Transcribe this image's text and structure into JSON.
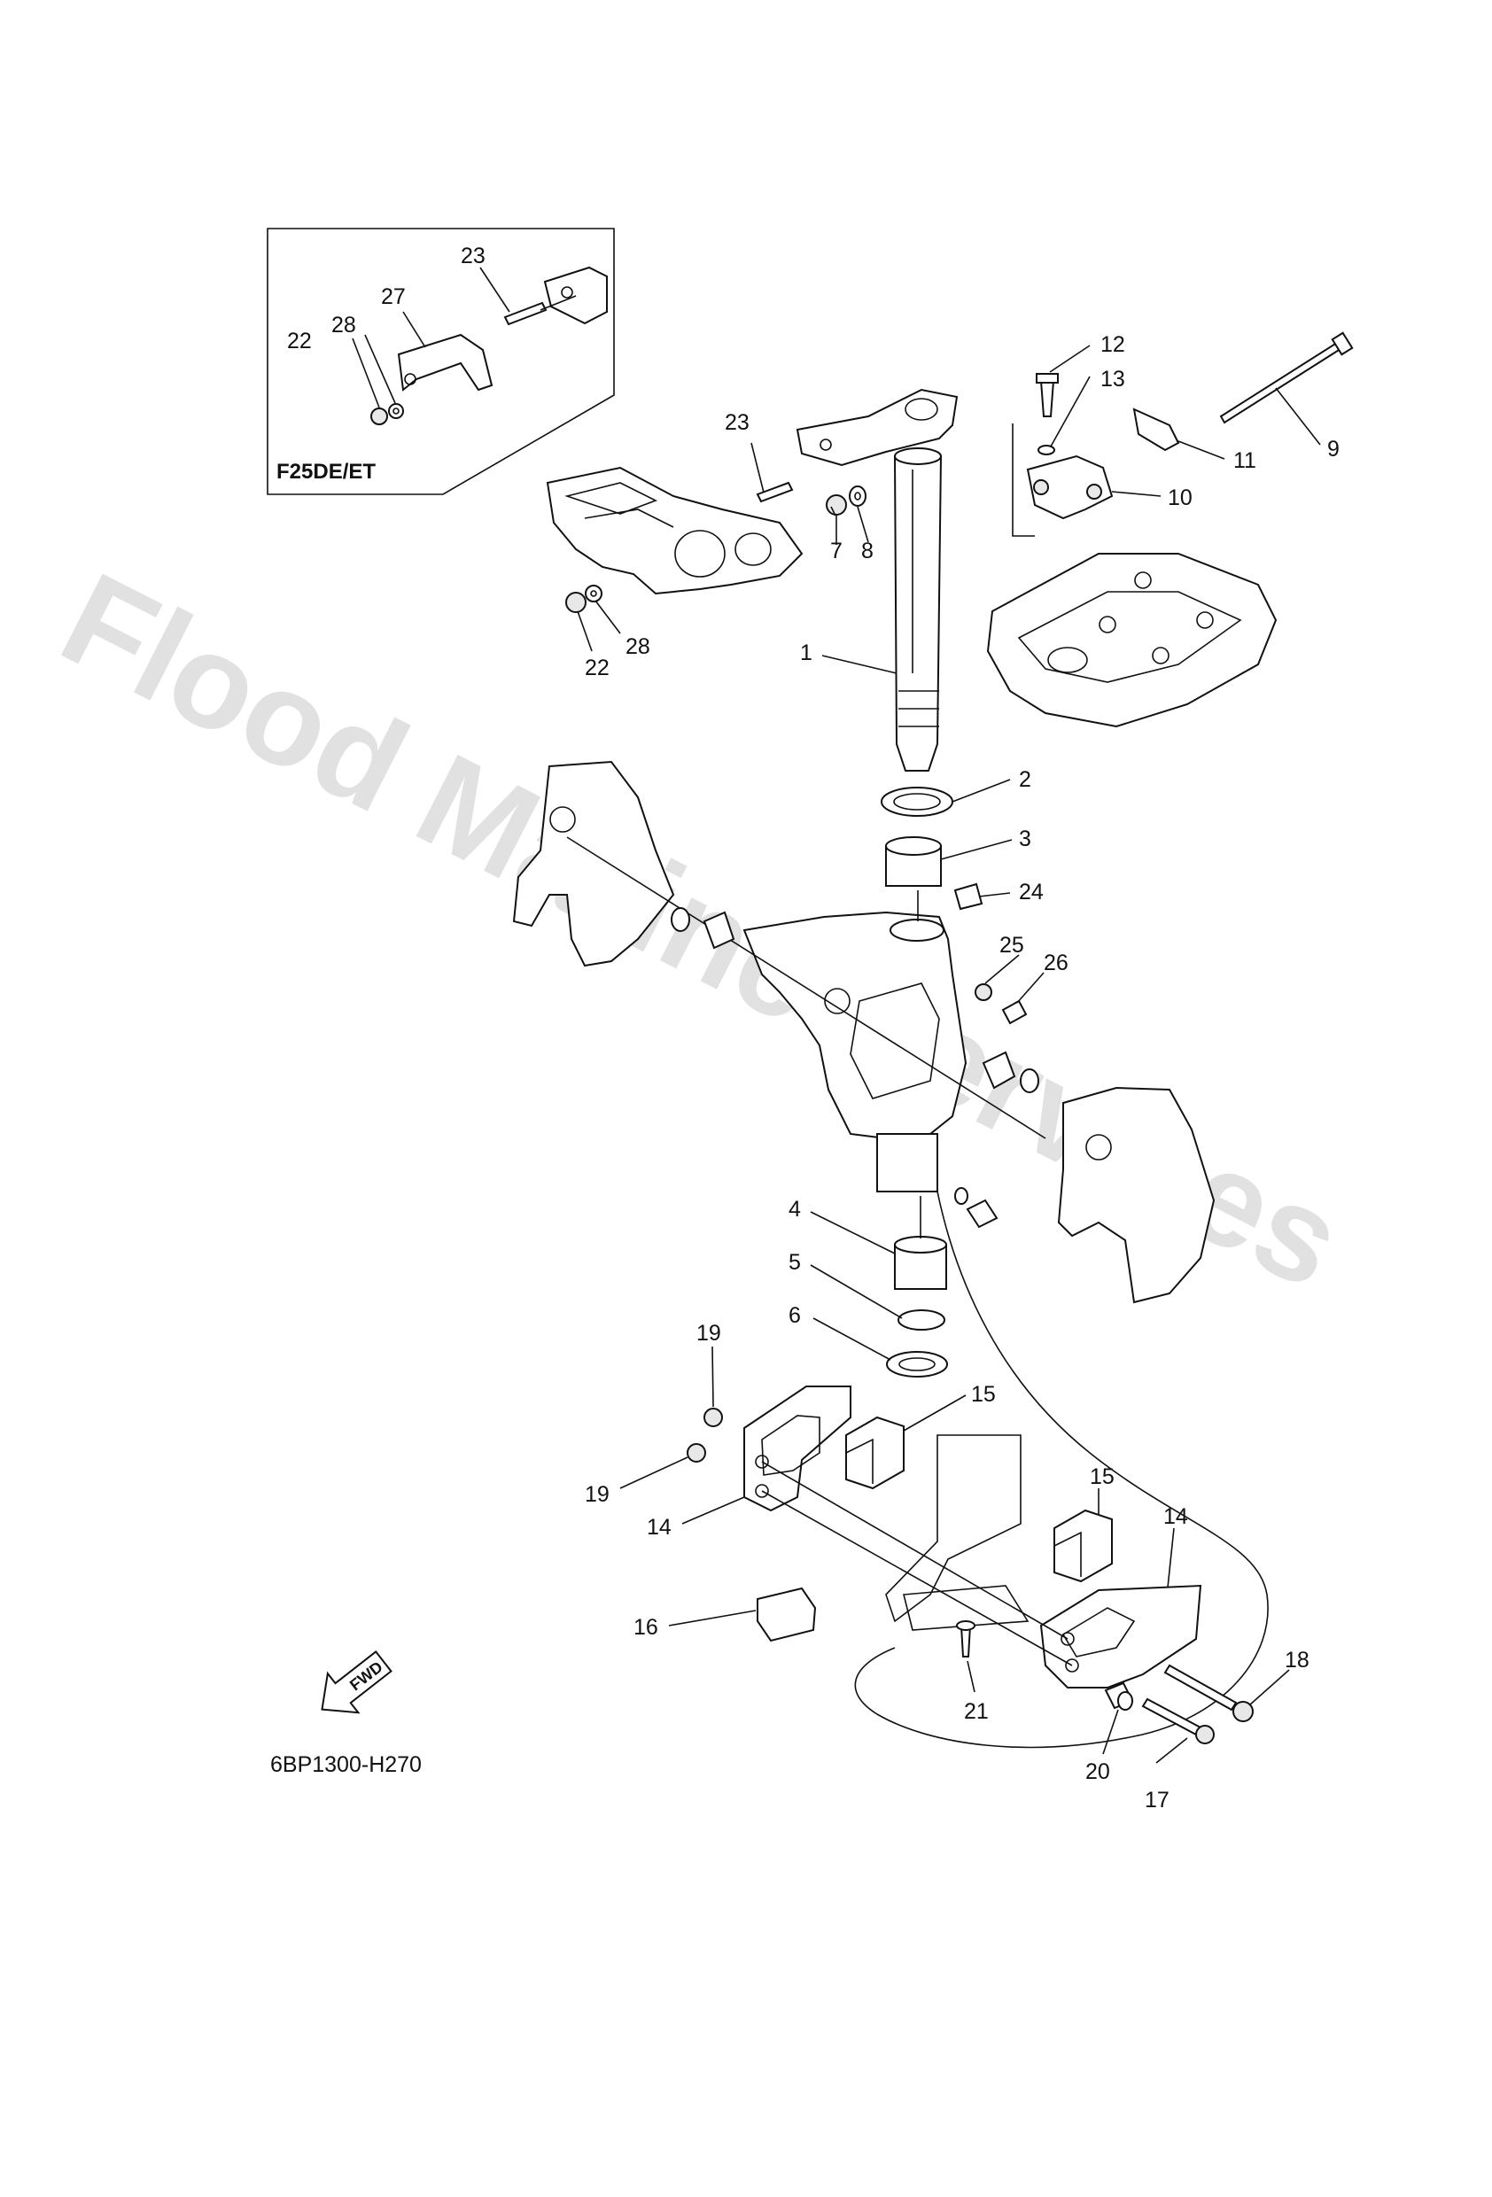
{
  "watermark": "Flood Marine Services",
  "inset": {
    "title": "F25DE/ET"
  },
  "drawing_code": "6BP1300-H270",
  "fwd_arrow": {
    "label": "FWD"
  },
  "callouts": {
    "c1": "1",
    "c2": "2",
    "c3": "3",
    "c4": "4",
    "c5": "5",
    "c6": "6",
    "c7": "7",
    "c8": "8",
    "c9": "9",
    "c10": "10",
    "c11": "11",
    "c12": "12",
    "c13": "13",
    "c14a": "14",
    "c14b": "14",
    "c15a": "15",
    "c15b": "15",
    "c16": "16",
    "c17": "17",
    "c18": "18",
    "c19a": "19",
    "c19b": "19",
    "c20": "20",
    "c21": "21",
    "c22a": "22",
    "c22b": "22",
    "c23a": "23",
    "c23b": "23",
    "c24": "24",
    "c25": "25",
    "c26": "26",
    "c27": "27",
    "c28a": "28",
    "c28b": "28"
  }
}
